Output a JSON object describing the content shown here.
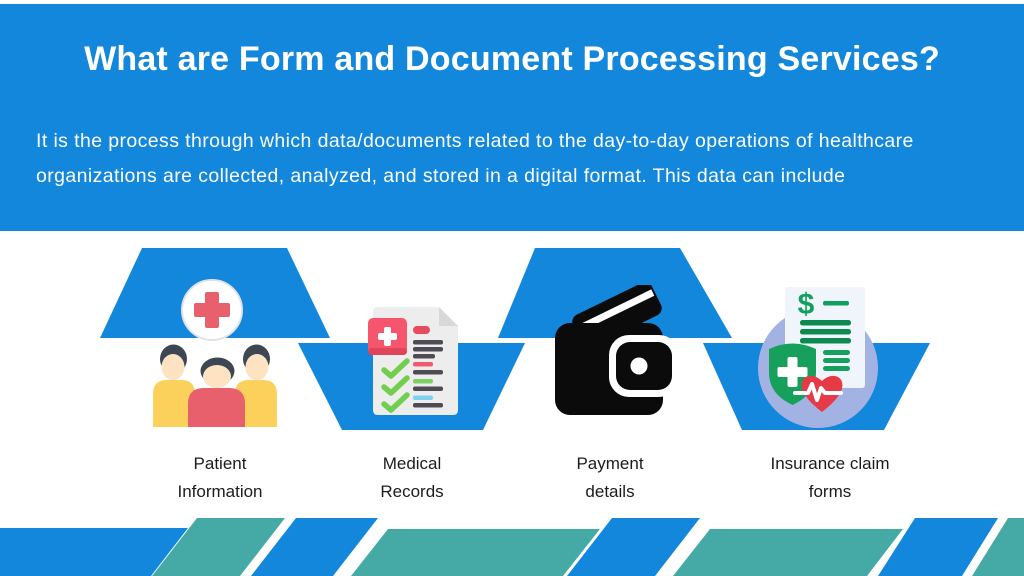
{
  "slide": {
    "title": "What are Form and Document Processing Services?",
    "description": "It is the process through which data/documents related to the day-to-day operations of healthcare organizations are collected, analyzed, and stored in a digital format. This data can include",
    "items": [
      {
        "icon": "patient-group-icon",
        "label": [
          "Patient",
          "Information"
        ]
      },
      {
        "icon": "medical-records-icon",
        "label": [
          "Medical",
          "Records"
        ]
      },
      {
        "icon": "wallet-icon",
        "label": [
          "Payment",
          "details"
        ]
      },
      {
        "icon": "insurance-claim-icon",
        "label": [
          "Insurance claim",
          "forms"
        ]
      }
    ],
    "colors": {
      "header_bg": "#1287db",
      "shape_blue": "#1287db",
      "footer_blue": "#1287db",
      "footer_teal": "#45aaa5",
      "title_text": "#ffffff",
      "body_text": "#ffffff",
      "label_text": "#1c1c1c",
      "icon_red": "#e8606b",
      "icon_yellow": "#fbd15c",
      "icon_green": "#17a05c",
      "icon_black": "#0b0b0b",
      "icon_periwinkle": "#a2b3e3"
    }
  }
}
